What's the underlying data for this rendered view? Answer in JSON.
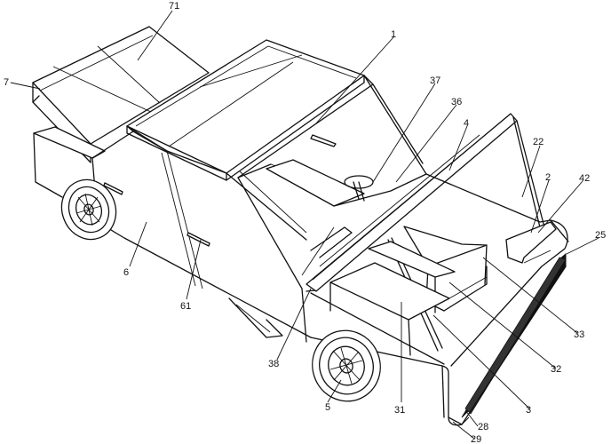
{
  "labels": {
    "l1": "1",
    "l2": "2",
    "l3": "3",
    "l4": "4",
    "l5": "5",
    "l6": "6",
    "l7": "7",
    "l22": "22",
    "l25": "25",
    "l28": "28",
    "l29": "29",
    "l31": "31",
    "l32": "32",
    "l33": "33",
    "l36": "36",
    "l37": "37",
    "l38": "38",
    "l42": "42",
    "l61": "61",
    "l71": "71"
  }
}
